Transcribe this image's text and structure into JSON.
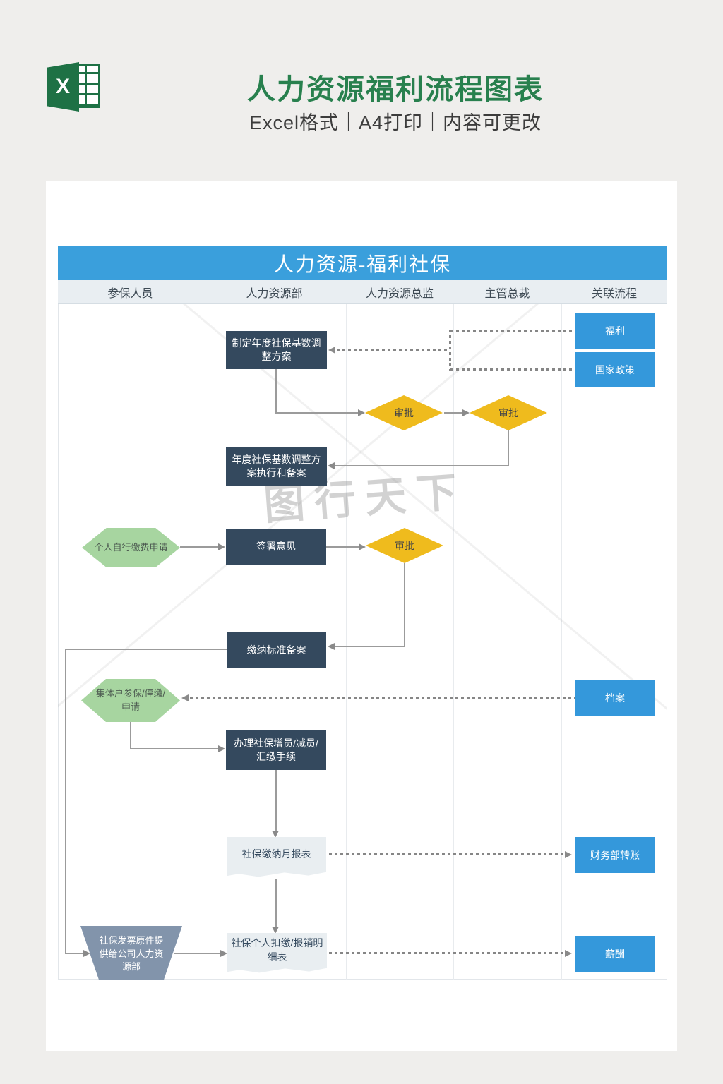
{
  "page": {
    "title": "人力资源福利流程图表",
    "subtitle": "Excel格式｜A4打印｜内容可更改",
    "watermark": "图行天下",
    "excel_icon_letter": "X"
  },
  "colors": {
    "excel_green": "#1e7145",
    "title_green": "#28804e",
    "bar_blue": "#3a9fdc",
    "box_blue": "#3498db",
    "navy": "#34495e",
    "approve_yellow": "#efbb1d",
    "start_green": "#a7d5a0",
    "trapezoid_gray": "#8294ab",
    "doc_gray": "#e9eef1"
  },
  "flowchart": {
    "title": "人力资源-福利社保",
    "lanes": [
      "参保人员",
      "人力资源部",
      "人力资源总监",
      "主管总裁",
      "关联流程"
    ],
    "nodes": {
      "plan": "制定年度社保基数调整方案",
      "approve1": "审批",
      "approve2": "审批",
      "execute": "年度社保基数调整方案执行和备案",
      "personal_apply": "个人自行缴费申请",
      "sign": "签署意见",
      "approve3": "审批",
      "standard": "缴纳标准备案",
      "group_apply": "集体户参保/停缴/申请",
      "handle": "办理社保增员/减员/汇缴手续",
      "monthly_report": "社保缴纳月报表",
      "invoice": "社保发票原件提供给公司人力资源部",
      "detail": "社保个人扣缴/报销明细表",
      "welfare": "福利",
      "policy": "国家政策",
      "archive": "档案",
      "finance": "财务部转账",
      "salary": "薪酬"
    }
  }
}
